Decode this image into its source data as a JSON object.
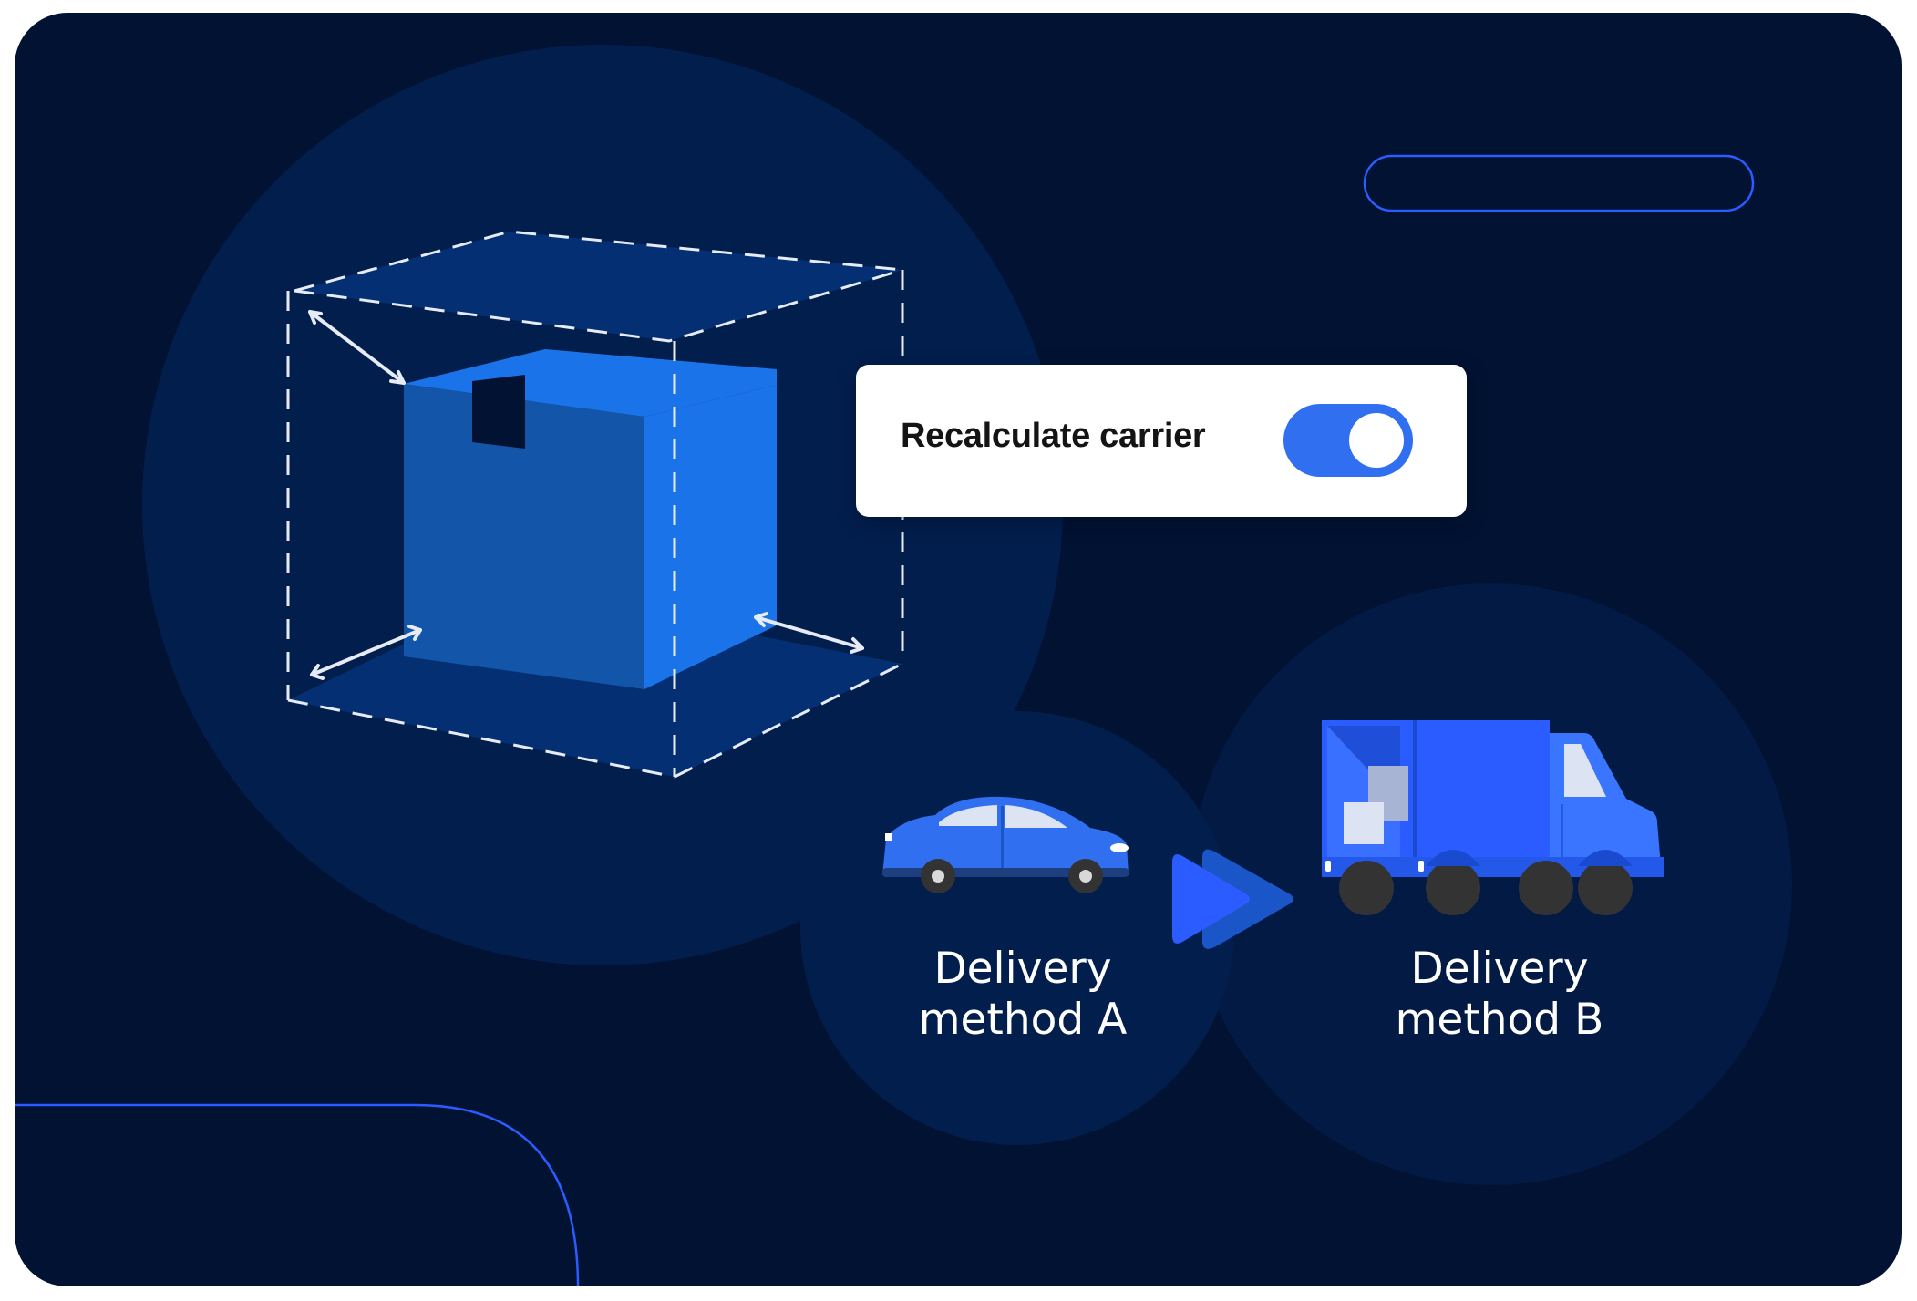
{
  "toggle_card": {
    "label": "Recalculate carrier",
    "enabled": true
  },
  "methods": [
    {
      "label": "Delivery\nmethod A",
      "vehicle": "car-icon"
    },
    {
      "label": "Delivery\nmethod B",
      "vehicle": "truck-icon"
    }
  ],
  "icons": {
    "package": "package-box-icon",
    "resize_arrows": "double-arrow-icon",
    "transition": "forward-arrow-icon"
  },
  "colors": {
    "background": "#011233",
    "large_circle": "#021e4d",
    "small_circle": "#021a44",
    "accent_blue": "#2f6ff0",
    "box_front": "#1355a8",
    "box_side": "#1a73e8",
    "outline_line": "#2b5cff"
  }
}
